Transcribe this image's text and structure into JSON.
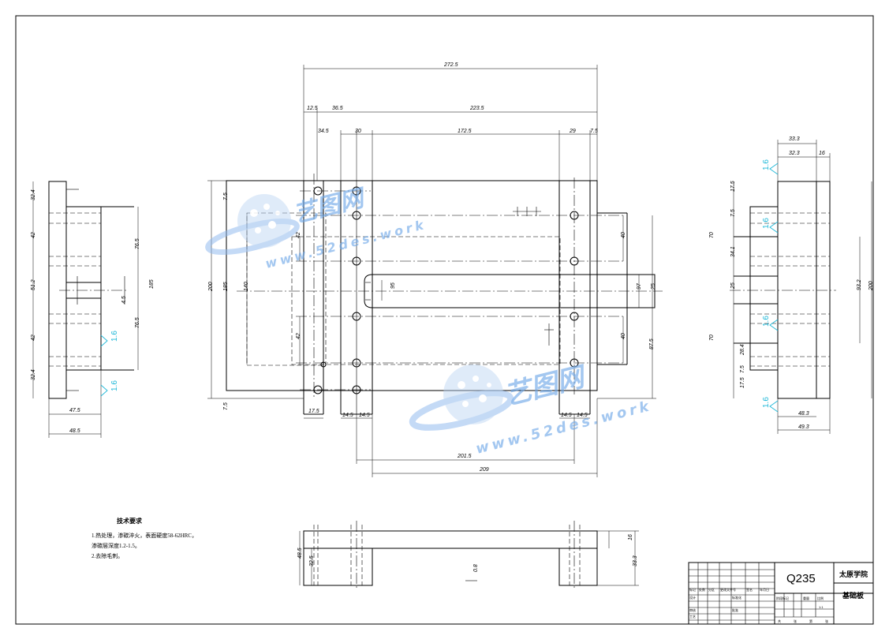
{
  "drawing": {
    "front_dims": {
      "overall_width": "272.5",
      "left_offset_1": "12.5",
      "left_offset_2": "36.5",
      "main_span": "223.5",
      "d34_5": "34.5",
      "d30": "30",
      "d172_5": "172.5",
      "d29": "29",
      "d7_5_top": "7.5",
      "h200": "200",
      "h185": "185",
      "h140": "140",
      "d7_5_a": "7.5",
      "d7_5_b": "7.5",
      "d42_a": "42",
      "d42_b": "42",
      "d40_a": "40",
      "d40_b": "40",
      "d95": "95",
      "d97": "97",
      "d25": "25",
      "d87_5": "87.5",
      "d17_5": "17.5",
      "d14_5_a": "14.5",
      "d14_5_b": "14.5",
      "d14_5_c": "14.5",
      "d14_5_d": "14.5",
      "d201_5": "201.5",
      "d209": "209"
    },
    "left_dims": {
      "d32_4_a": "32.4",
      "d42_a": "42",
      "d51_2": "51.2",
      "d42_b": "42",
      "d32_4_b": "32.4",
      "d76_5_a": "76.5",
      "d76_5_b": "76.5",
      "d185": "185",
      "d4_5": "4.5",
      "d47_5": "47.5",
      "d48_5": "48.5",
      "rough_a": "1.6",
      "rough_b": "1.6"
    },
    "right_dims": {
      "d33_3": "33.3",
      "d32_3": "32.3",
      "d16": "16",
      "d17_5_a": "17.5",
      "d7_5": "7.5",
      "d70_a": "70",
      "d34_1": "34.1",
      "d25": "25",
      "d70_b": "70",
      "d28_4": "28.4",
      "d17_5_b": "17.5",
      "d7_5_b": "7.5",
      "d93_2": "93.2",
      "d200": "200",
      "d48_3": "48.3",
      "d49_3": "49.3",
      "rough_a": "1.6",
      "rough_b": "1.6",
      "rough_c": "1.6",
      "rough_d": "1.6"
    },
    "bottom_dims": {
      "d48_5": "48.5",
      "d32_5": "32.5",
      "d0_8": "0.8",
      "d16": "16",
      "d33_3": "33.3"
    }
  },
  "notes": {
    "heading": "技术要求",
    "line1": "1.热处理，渗碳淬火，表面硬度58-62HRC，",
    "line2": "渗碳层深度1.2-1.5。",
    "line3": "2.去除毛刺。"
  },
  "title_block": {
    "material": "Q235",
    "school": "太原学院",
    "part_name": "基础板",
    "small_headers": [
      "标记",
      "处数",
      "分区",
      "更改文件号",
      "签名",
      "年月日"
    ],
    "small_rows": [
      "设计",
      "审核",
      "工艺",
      "标准化",
      "批准"
    ],
    "stage_labels": [
      "阶段标记",
      "重量",
      "比例"
    ],
    "scale": "1:1",
    "sheet_labels": [
      "共",
      "张",
      "第",
      "张"
    ]
  },
  "watermark": {
    "brand_cn": "艺图网",
    "url": "www.52des.work"
  },
  "colors": {
    "line": "#000000",
    "roughness": "#1fb8d8",
    "watermark": "#6fa8e8"
  }
}
